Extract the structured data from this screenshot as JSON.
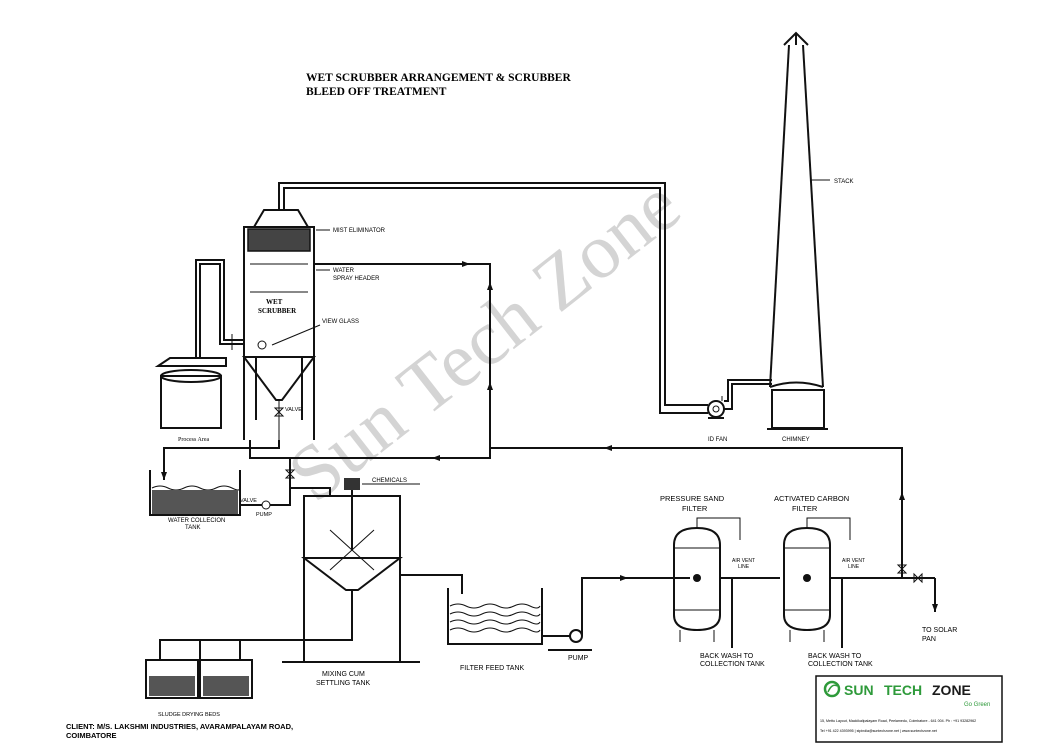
{
  "title": {
    "line1": "WET SCRUBBER ARRANGEMENT & SCRUBBER",
    "line2": "BLEED OFF TREATMENT"
  },
  "watermark": "Sun Tech Zone",
  "labels": {
    "stack": "STACK",
    "mist_eliminator": "MIST ELIMINATOR",
    "water": "WATER",
    "spray_header": "SPRAY HEADER",
    "wet": "WET",
    "scrubber": "SCRUBBER",
    "view_glass": "VIEW GLASS",
    "valve_scrubber": "VALVE",
    "process_area": "Process Area",
    "id_fan": "ID FAN",
    "chimney": "CHIMNEY",
    "chemicals": "CHEMICALS",
    "valve_tank": "VALVE",
    "pump_tank": "PUMP",
    "water_collection_tank_1": "WATER COLLECION",
    "water_collection_tank_2": "TANK",
    "pressure_sand_filter_1": "PRESSURE SAND",
    "pressure_sand_filter_2": "FILTER",
    "activated_carbon_filter_1": "ACTIVATED CARBON",
    "activated_carbon_filter_2": "FILTER",
    "air_vent_1a": "AIR VENT",
    "air_vent_1b": "LINE",
    "air_vent_2a": "AIR VENT",
    "air_vent_2b": "LINE",
    "to_solar_pan_1": "TO SOLAR",
    "to_solar_pan_2": "PAN",
    "back_wash_1a": "BACK WASH TO",
    "back_wash_1b": "COLLECTION TANK",
    "back_wash_2a": "BACK WASH TO",
    "back_wash_2b": "COLLECTION TANK",
    "pump_filter": "PUMP",
    "filter_feed_tank": "FILTER FEED TANK",
    "mixing_tank_1": "MIXING CUM",
    "mixing_tank_2": "SETTLING TANK",
    "sludge_beds": "SLUDGE DRYING BEDS"
  },
  "client": {
    "line1": "CLIENT: M/S. LAKSHMI INDUSTRIES, AVARAMPALAYAM ROAD,",
    "line2": "COIMBATORE"
  },
  "logo": {
    "brand_sun": "SUN",
    "brand_tech": "TECH",
    "brand_zone": "ZONE",
    "tagline": "Go Green",
    "address": "15, Mettu Layout, Mackikalipalayam Road, Peelamedu, Coimbatore - 641 004. Ph : +91 93282962",
    "contact": "Tel +91 422 4393995  |  stpindia@suntechzone.net  |  www.suntechzone.net",
    "green": "#2e9a3a",
    "dark": "#1a1a1a"
  }
}
